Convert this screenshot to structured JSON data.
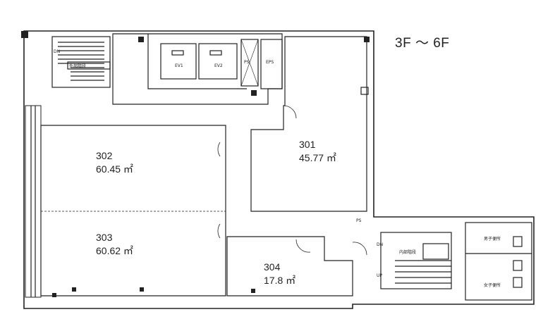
{
  "floor_range": "3F ～ 6F",
  "rooms": [
    {
      "id": "301",
      "number": "301",
      "area": "45.77 ㎡"
    },
    {
      "id": "302",
      "number": "302",
      "area": "60.45 ㎡"
    },
    {
      "id": "303",
      "number": "303",
      "area": "60.62 ㎡"
    },
    {
      "id": "304",
      "number": "304",
      "area": "17.8 ㎡"
    }
  ],
  "labels": {
    "external_stairs": "外部階段",
    "internal_stairs": "内部階段",
    "ev1": "EV1",
    "ev2": "EV2",
    "ps": "PS",
    "eps": "EPS",
    "mens_restroom": "男子便所",
    "womens_restroom": "女子便所",
    "dn_external": "DN",
    "dn_internal": "DN",
    "up_internal": "UP",
    "ps_small": "PS"
  }
}
